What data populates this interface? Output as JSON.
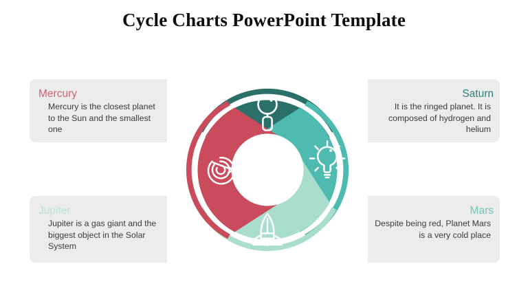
{
  "title": "Cycle Charts PowerPoint Template",
  "palette": {
    "dark_teal": "#2a6f68",
    "medium_teal": "#4fbab0",
    "mint": "#a8decb",
    "crimson": "#c94b5c",
    "band_gray": "#ececec",
    "body_text": "#3b3b3b",
    "page_background": "#ffffff"
  },
  "items": [
    {
      "id": "mercury",
      "heading": "Mercury",
      "heading_color": "#cc6074",
      "body": "Mercury is the closest planet to the Sun and the smallest one",
      "segment_position": "left",
      "segment_color": "#c94b5c",
      "icon": "target-arrow-icon",
      "side": "left"
    },
    {
      "id": "saturn",
      "heading": "Saturn",
      "heading_color": "#2f8079",
      "body": "It is the ringed planet. It is composed of hydrogen and helium",
      "segment_position": "top",
      "segment_color": "#2a6f68",
      "icon": "magnifier-icon",
      "side": "right"
    },
    {
      "id": "jupiter",
      "heading": "Jupiter",
      "heading_color": "#bfe3d8",
      "body": "Jupiter is a gas giant and the biggest object in the Solar System",
      "segment_position": "bottom",
      "segment_color": "#a8decb",
      "icon": "rocket-icon",
      "side": "left"
    },
    {
      "id": "mars",
      "heading": "Mars",
      "heading_color": "#70c6b9",
      "body": "Despite being red, Planet Mars is a very cold place",
      "segment_position": "right",
      "segment_color": "#4fbab0",
      "icon": "lightbulb-icon",
      "side": "right"
    }
  ],
  "diagram": {
    "type": "cycle-chart",
    "segment_count": 4,
    "center_fill": "#ffffff"
  }
}
